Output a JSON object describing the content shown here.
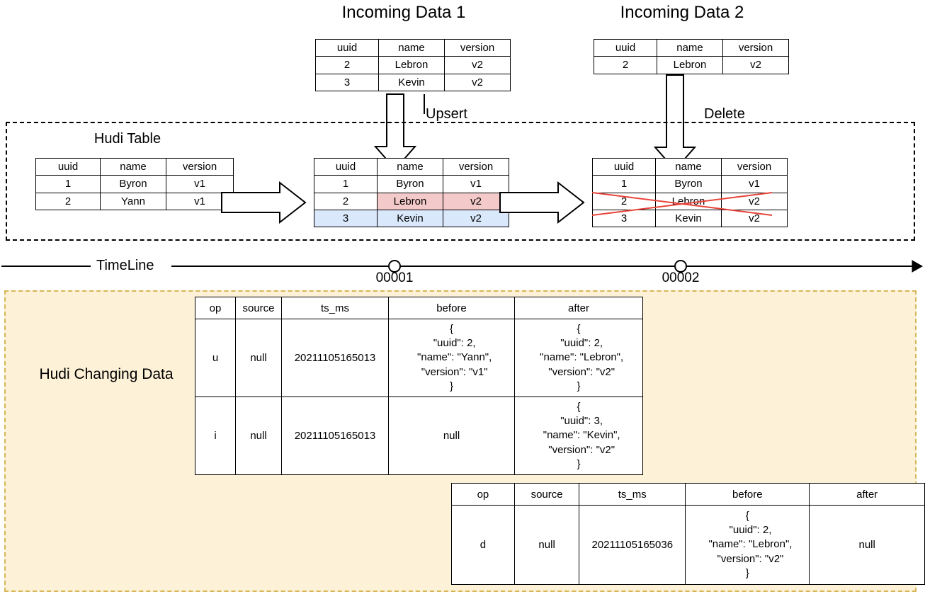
{
  "colors": {
    "update_highlight": "#f3c9c9",
    "insert_highlight": "#dae8fc",
    "delete_cross": "#e8443a",
    "changelog_background": "#fdf1d7",
    "changelog_border": "#d6b656",
    "outline": "#000000"
  },
  "incoming_data_1": {
    "title": "Incoming Data 1",
    "headers": [
      "uuid",
      "name",
      "version"
    ],
    "rows": [
      [
        "2",
        "Lebron",
        "v2"
      ],
      [
        "3",
        "Kevin",
        "v2"
      ]
    ]
  },
  "incoming_data_2": {
    "title": "Incoming Data 2",
    "headers": [
      "uuid",
      "name",
      "version"
    ],
    "rows": [
      [
        "2",
        "Lebron",
        "v2"
      ]
    ]
  },
  "operations": {
    "upsert_label": "Upsert",
    "delete_label": "Delete"
  },
  "hudi_table": {
    "title": "Hudi Table",
    "initial": {
      "headers": [
        "uuid",
        "name",
        "version"
      ],
      "rows": [
        [
          "1",
          "Byron",
          "v1"
        ],
        [
          "2",
          "Yann",
          "v1"
        ]
      ]
    },
    "after_upsert": {
      "headers": [
        "uuid",
        "name",
        "version"
      ],
      "rows": [
        [
          "1",
          "Byron",
          "v1"
        ],
        [
          "2",
          "Lebron",
          "v2"
        ],
        [
          "3",
          "Kevin",
          "v2"
        ]
      ]
    },
    "after_delete": {
      "headers": [
        "uuid",
        "name",
        "version"
      ],
      "rows": [
        [
          "1",
          "Byron",
          "v1"
        ],
        [
          "2",
          "Lebron",
          "v2"
        ],
        [
          "3",
          "Kevin",
          "v2"
        ]
      ]
    }
  },
  "timeline": {
    "label": "TimeLine",
    "markers": [
      {
        "label": "00001"
      },
      {
        "label": "00002"
      }
    ]
  },
  "changing_data": {
    "label": "Hudi Changing Data",
    "headers": [
      "op",
      "source",
      "ts_ms",
      "before",
      "after"
    ],
    "commit_1_rows": [
      {
        "op": "u",
        "source": "null",
        "ts_ms": "20211105165013",
        "before": "{\n  \"uuid\": 2,\n  \"name\": \"Yann\",\n  \"version\": \"v1\"\n}",
        "after": "{\n  \"uuid\": 2,\n  \"name\": \"Lebron\",\n  \"version\": \"v2\"\n}"
      },
      {
        "op": "i",
        "source": "null",
        "ts_ms": "20211105165013",
        "before": "null",
        "after": "{\n  \"uuid\": 3,\n  \"name\": \"Kevin\",\n  \"version\": \"v2\"\n}"
      }
    ],
    "commit_2_rows": [
      {
        "op": "d",
        "source": "null",
        "ts_ms": "20211105165036",
        "before": "{\n  \"uuid\": 2,\n  \"name\": \"Lebron\",\n  \"version\": \"v2\"\n}",
        "after": "null"
      }
    ]
  }
}
